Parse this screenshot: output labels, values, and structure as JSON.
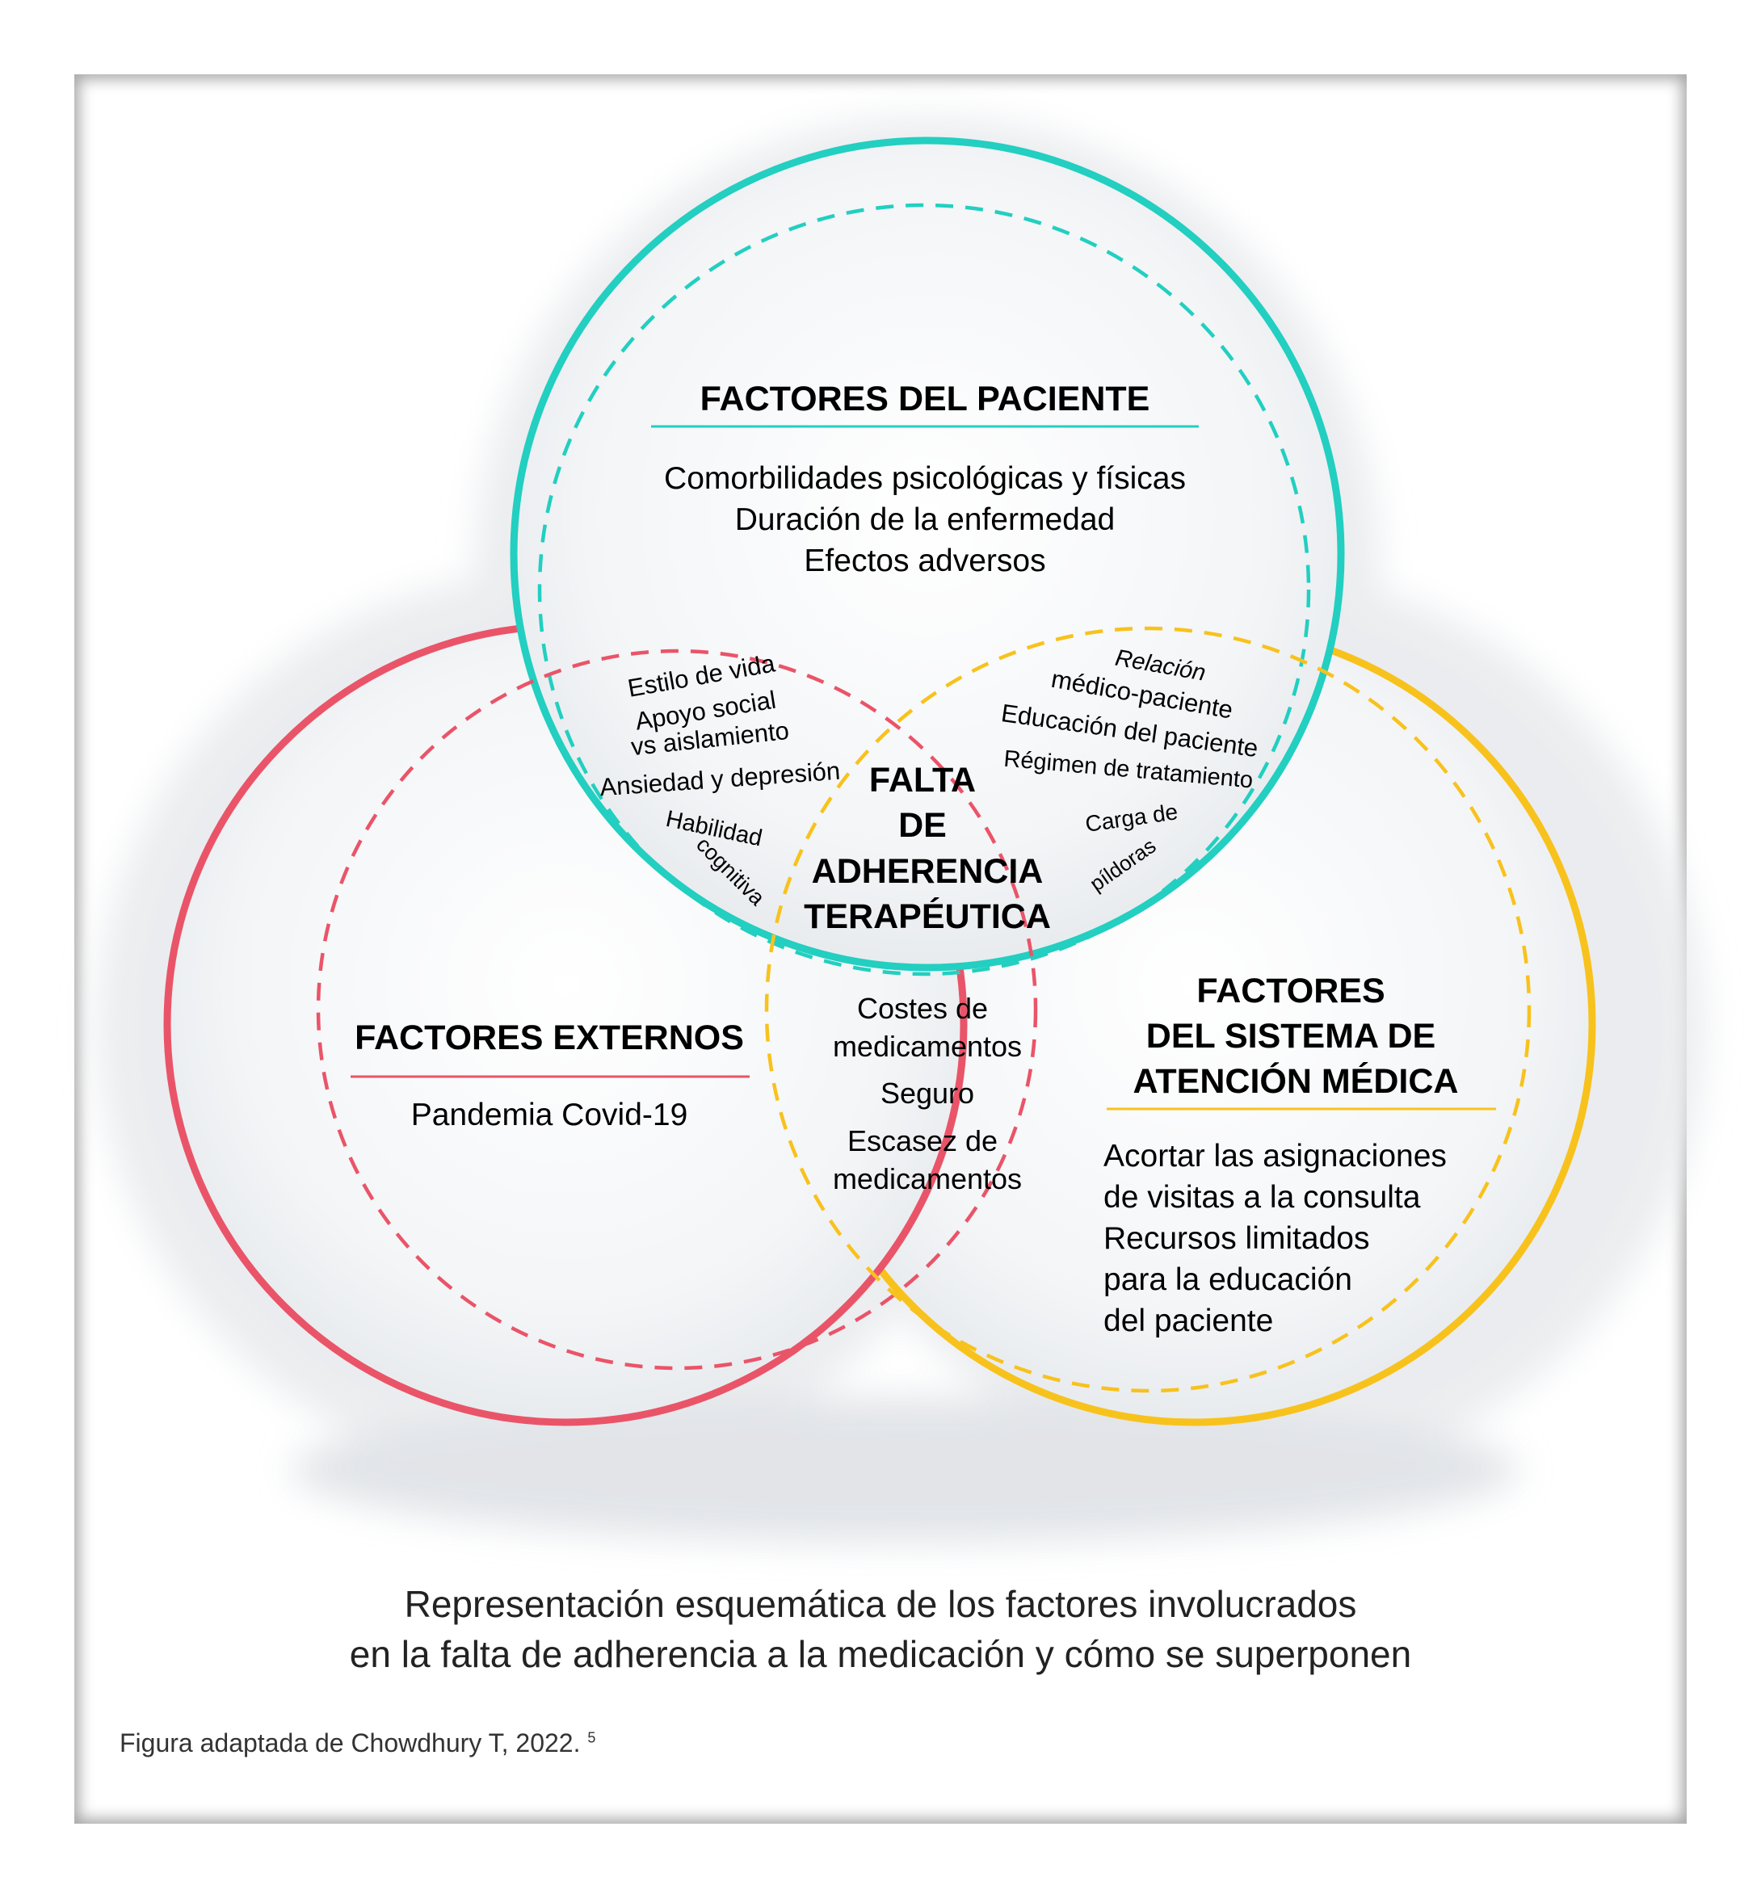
{
  "patient": {
    "title": "FACTORES DEL PACIENTE",
    "items": [
      "Comorbilidades psicológicas y físicas",
      "Duración de la enfermedad",
      "Efectos adversos"
    ]
  },
  "external": {
    "title": "FACTORES EXTERNOS",
    "items": [
      "Pandemia Covid-19"
    ]
  },
  "health_system": {
    "title_lines": [
      "FACTORES",
      "DEL SISTEMA DE",
      "ATENCIÓN MÉDICA"
    ],
    "items": [
      "Acortar las asignaciones",
      "de visitas a la consulta",
      "Recursos limitados",
      "para la educación",
      "del paciente"
    ]
  },
  "patient_external_overlap": [
    "Estilo de vida",
    "Apoyo social",
    "vs aislamiento",
    "Ansiedad y depresión",
    "Habilidad",
    "cognitiva"
  ],
  "patient_system_overlap": [
    "Relación",
    "médico-paciente",
    "Educación del paciente",
    "Régimen de tratamiento",
    "Carga de",
    "píldoras"
  ],
  "external_system_overlap": [
    "Costes de",
    "medicamentos",
    "Seguro",
    "Escasez de",
    "medicamentos"
  ],
  "center": [
    "FALTA",
    "DE",
    "ADHERENCIA",
    "TERAPÉUTICA"
  ],
  "caption_lines": [
    "Representación esquemática de los factores involucrados",
    "en la falta de adherencia a la medicación y cómo se superponen"
  ],
  "source": {
    "text": "Figura adaptada de Chowdhury T, 2022.",
    "ref": "5"
  },
  "colors": {
    "teal": "#22cfc0",
    "coral": "#ea5468",
    "yellow": "#f8c21d",
    "fill": "#f1f4f6",
    "halo": "#ebedf0"
  }
}
